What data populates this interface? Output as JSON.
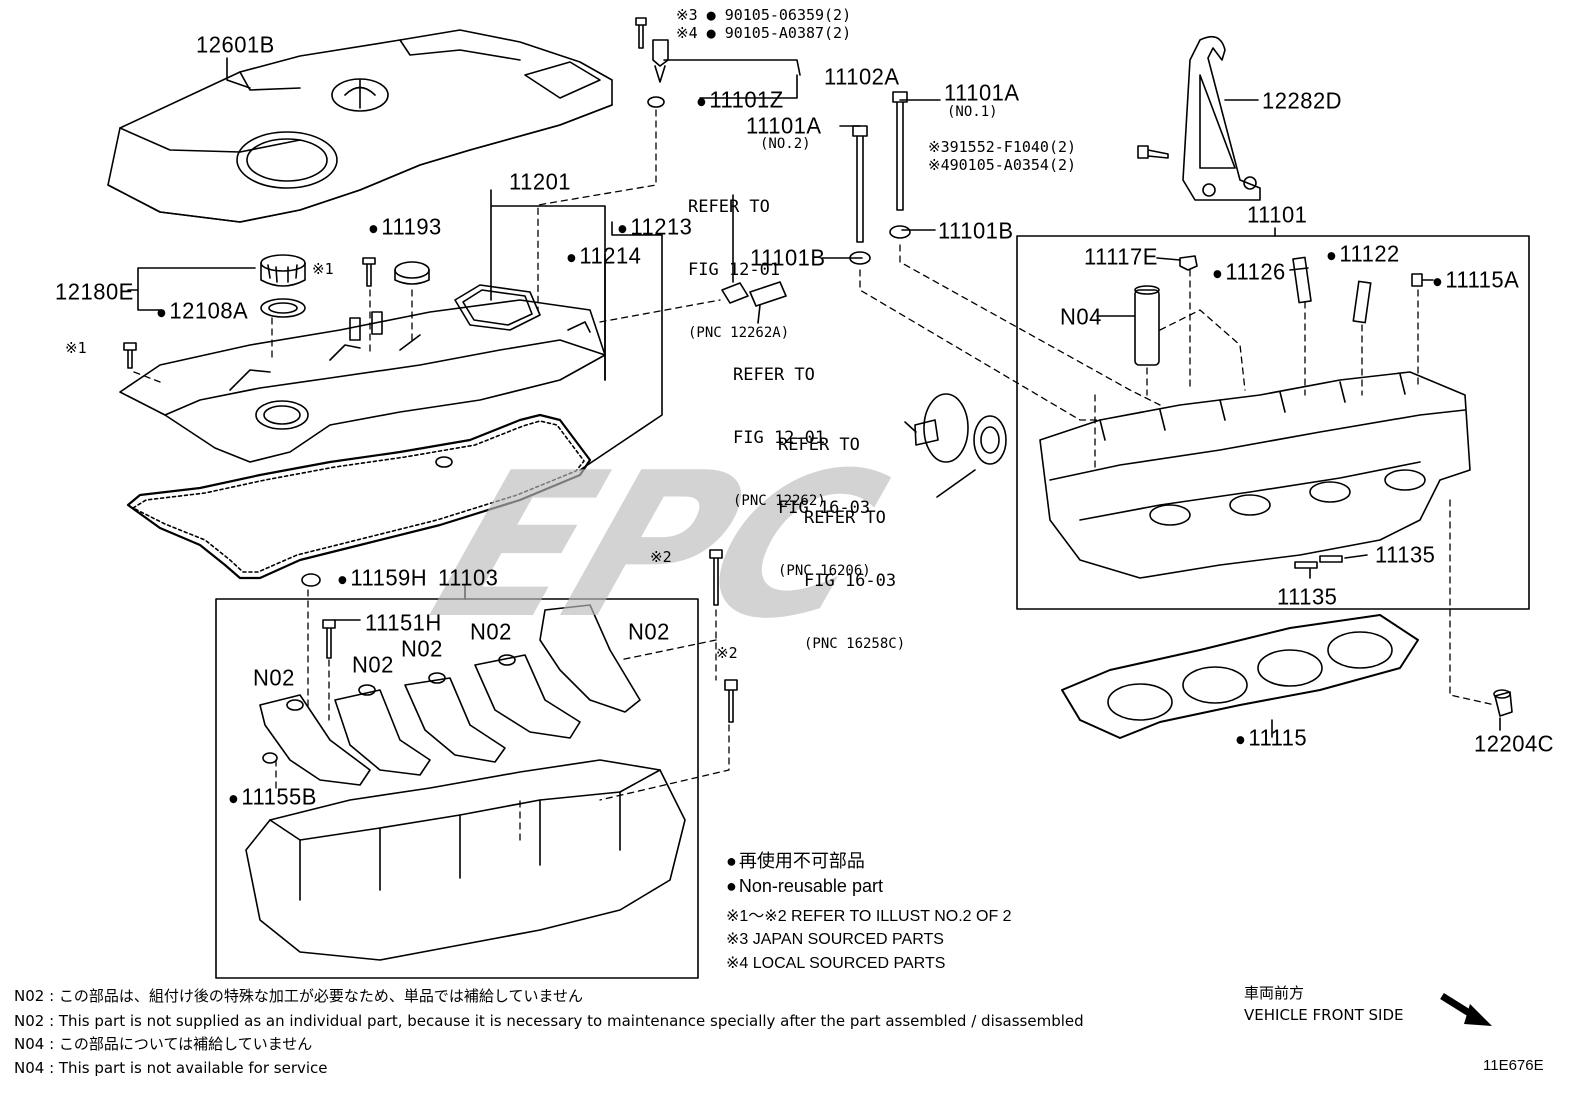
{
  "watermark": "EPC",
  "legend": {
    "non_reusable_jp": "再使用不可部品",
    "non_reusable_en": "Non-reusable part",
    "note1": "※1～※2  REFER TO ILLUST NO.2 OF 2",
    "note2": "※3 JAPAN SOURCED PARTS",
    "note3": "※4 LOCAL SOURCED PARTS"
  },
  "footnotes": [
    "N02 : この部品は、組付け後の特殊な加工が必要なため、単品では補給していません",
    "N02 : This part is not supplied as an individual part, because it is necessary to maintenance specially after the part assembled / disassembled",
    "N04 : この部品については補給していません",
    "N04 : This part is not available for service"
  ],
  "vehicle_front": {
    "jp": "車両前方",
    "en": "VEHICLE FRONT SIDE"
  },
  "illustration_code": "11E676E",
  "fastener_notes": {
    "a1": "※3 ● 90105-06359(2)",
    "a2": "※4 ● 90105-A0387(2)",
    "b1": "※391552-F1040(2)",
    "b2": "※490105-A0354(2)"
  },
  "mark_labels": {
    "m1a": "※1",
    "m1b": "※1",
    "m2a": "※2",
    "m2b": "※2"
  },
  "parts": {
    "p12601B": "12601B",
    "p11201": "11201",
    "p11193": "11193",
    "p11213": "11213",
    "p11214": "11214",
    "p12180E": "12180E",
    "p12108A": "12108A",
    "p11102A": "11102A",
    "p11101Z": "11101Z",
    "p11101A_1": "11101A",
    "p11101A_1_sub": "(NO.1)",
    "p11101A_2": "11101A",
    "p11101A_2_sub": "(NO.2)",
    "p11101B_1": "11101B",
    "p11101B_2": "11101B",
    "p12282D": "12282D",
    "p11101": "11101",
    "p11117E": "11117E",
    "p11126": "11126",
    "p11122": "11122",
    "p11115A": "11115A",
    "pN04": "N04",
    "p11135a": "11135",
    "p11135b": "11135",
    "p11115": "11115",
    "p12204C": "12204C",
    "p11159H": "11159H",
    "p11103": "11103",
    "p11151H": "11151H",
    "pN02a": "N02",
    "pN02b": "N02",
    "pN02c": "N02",
    "pN02d": "N02",
    "pN02e": "N02",
    "p11155B": "11155B"
  },
  "references": {
    "r1_line1": "REFER TO",
    "r1_line2": "FIG 12-01",
    "r1_line3": "(PNC 12262A)",
    "r2_line1": "REFER TO",
    "r2_line2": "FIG 12-01",
    "r2_line3": "(PNC 12262)",
    "r3_line1": "REFER TO",
    "r3_line2": "FIG 16-03",
    "r3_line3": "(PNC 16206)",
    "r4_line1": "REFER TO",
    "r4_line2": "FIG 16-03",
    "r4_line3": "(PNC 16258C)"
  }
}
